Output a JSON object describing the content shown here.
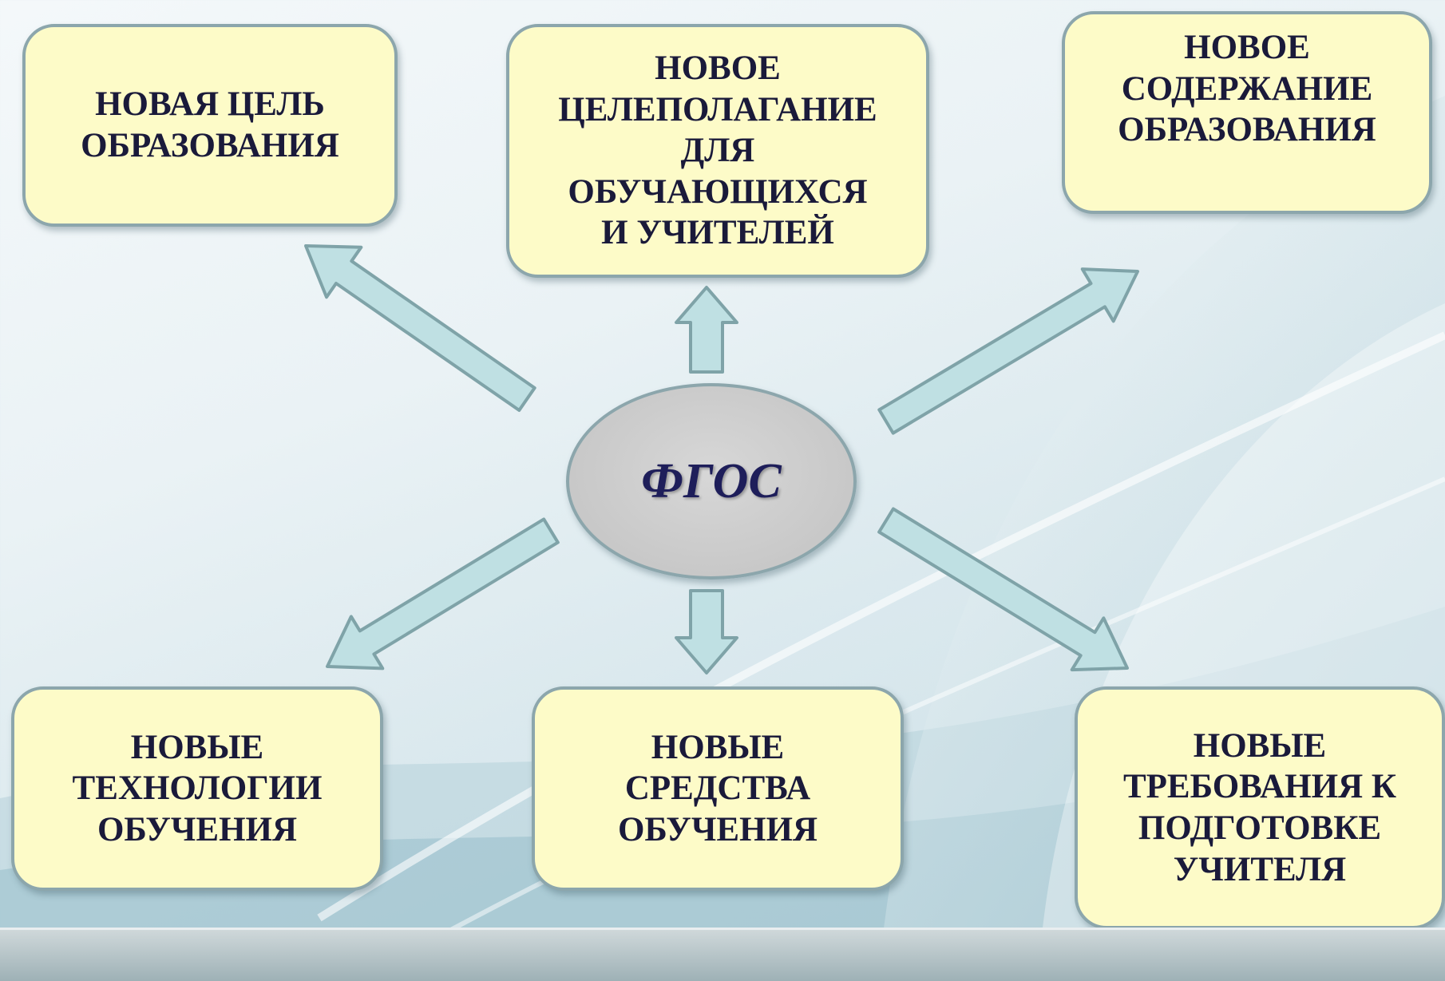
{
  "hub": {
    "label": "ФГОС"
  },
  "boxes": {
    "top_left": "НОВАЯ ЦЕЛЬ\nОБРАЗОВАНИЯ",
    "top_center": "НОВОЕ\nЦЕЛЕПОЛАГАНИЕ\nДЛЯ\nОБУЧАЮЩИХСЯ\nИ УЧИТЕЛЕЙ",
    "top_right": "НОВОЕ\nСОДЕРЖАНИЕ\nОБРАЗОВАНИЯ",
    "bottom_left": "НОВЫЕ\nТЕХНОЛОГИИ\nОБУЧЕНИЯ",
    "bottom_center": "НОВЫЕ\nСРЕДСТВА\nОБУЧЕНИЯ",
    "bottom_right": "НОВЫЕ\nТРЕБОВАНИЯ К\nПОДГОТОВКЕ\nУЧИТЕЛЯ"
  },
  "colors": {
    "box_fill": "#fdfbc8",
    "box_border": "#8ca6ac",
    "arrow_fill": "#bfe0e3",
    "arrow_stroke": "#7fa3a8",
    "hub_fill": "#c8c8c8",
    "text": "#1a1a3a"
  }
}
